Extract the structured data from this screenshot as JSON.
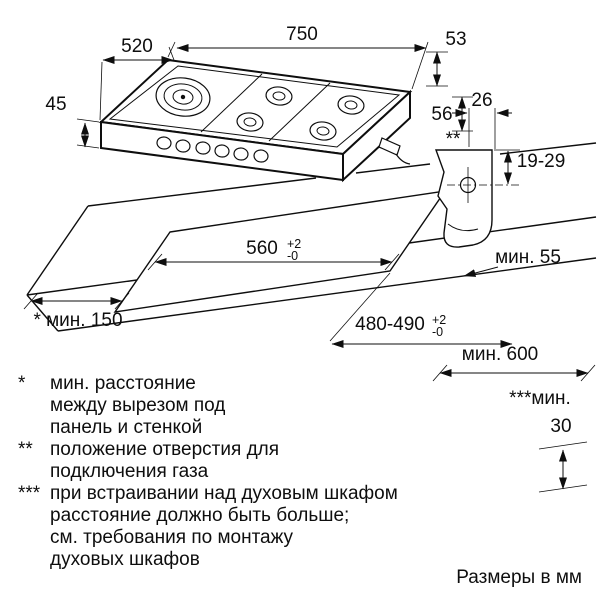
{
  "drawing": {
    "dim_750": "750",
    "dim_520": "520",
    "dim_53": "53",
    "dim_45": "45",
    "dim_56": "56",
    "dim_26": "26",
    "gas_marker": "**",
    "dim_19_29": "19-29",
    "min_55": "мин. 55",
    "cutout_width": "560",
    "cutout_width_tol_upper": "+2",
    "cutout_width_tol_lower": "-0",
    "cutout_depth": "480-490",
    "cutout_depth_tol_upper": "+2",
    "cutout_depth_tol_lower": "-0",
    "min_150": "* мин. 150",
    "min_600": "мин. 600",
    "min_30_label": "***мин.",
    "min_30_value": "30"
  },
  "footnotes": [
    {
      "marker": "*",
      "lines": [
        "мин. расстояние",
        "между вырезом под",
        "панель и стенкой"
      ]
    },
    {
      "marker": "**",
      "lines": [
        "положение отверстия для",
        "подключения газа"
      ]
    },
    {
      "marker": "***",
      "lines": [
        "при встраивании над духовым шкафом",
        "расстояние должно быть больше;",
        "см. требования по монтажу",
        "духовых шкафов"
      ]
    }
  ],
  "units_note": "Размеры в мм"
}
